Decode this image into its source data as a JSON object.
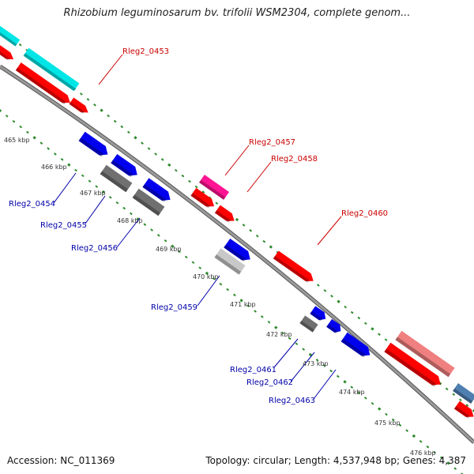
{
  "title": "Rhizobium leguminosarum bv. trifolii WSM2304, complete genom...",
  "accession_text": "Accession: NC_011369",
  "summary_text": "Topology: circular; Length: 4,537,948 bp; Genes: 4,387",
  "colors": {
    "backbone": "#8a8a8a",
    "tick_dots": "#2e8b2e",
    "label_red": "#cc0000",
    "label_blue": "#0000aa",
    "red": "#ff0000",
    "blue": "#0000ee",
    "cyan": "#00e5e5",
    "magenta": "#ff1493",
    "gray": "#707070",
    "lightgray": "#c8c8c8",
    "pink": "#f08080",
    "steelblue": "#4f7fb0"
  },
  "kbp_ticks": [
    "465 kbp",
    "466 kbp",
    "467 kbp",
    "468 kbp",
    "469 kbp",
    "470 kbp",
    "471 kbp",
    "472 kbp",
    "473 kbp",
    "474 kbp",
    "475 kbp",
    "476 kbp"
  ],
  "gene_labels_outer": [
    "Rleg2_0453",
    "Rleg2_0457",
    "Rleg2_0458",
    "Rleg2_0460"
  ],
  "gene_labels_inner": [
    "Rleg2_0454",
    "Rleg2_0455",
    "Rleg2_0456",
    "Rleg2_0459",
    "Rleg2_0461",
    "Rleg2_0462",
    "Rleg2_0463"
  ]
}
